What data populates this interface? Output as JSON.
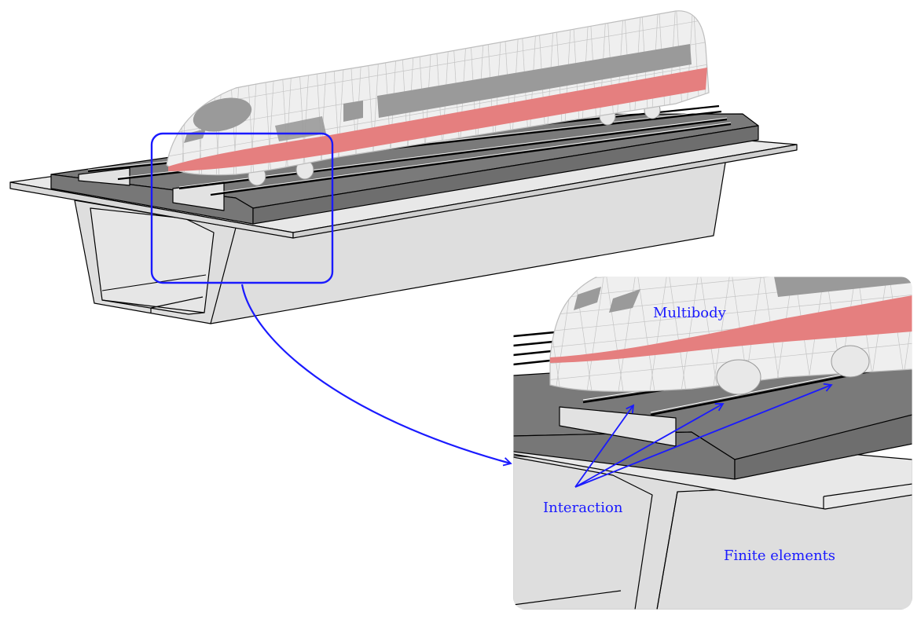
{
  "labels": {
    "multibody": "Multibody",
    "interaction": "Interaction",
    "finite_elements": "Finite elements"
  },
  "colors": {
    "annotation": "#1a1aff",
    "deck_light": "#dedede",
    "ballast_dark": "#7a7a7a",
    "train_body": "#efefef",
    "train_windows": "#9a9a9a",
    "train_stripe": "#e57f7f",
    "mesh_lines": "#c4c4c4"
  }
}
